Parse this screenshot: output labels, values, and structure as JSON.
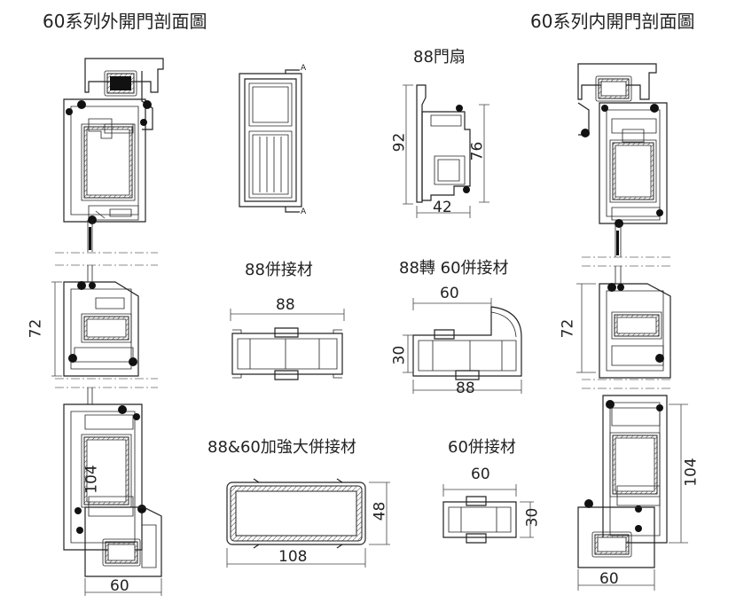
{
  "labels": {
    "outward_title": "60系列外開門剖面圖",
    "inward_title": "60系列内開門剖面圖",
    "door_leaf_title": "88門扇",
    "joiner88_title": "88併接材",
    "transfer_title": "88轉 60併接材",
    "reinforced_title": "88&60加強大併接材",
    "joiner60_title": "60併接材",
    "section_mark": "A"
  },
  "dimensions": {
    "outward_height": "72",
    "outward_lower": "104",
    "outward_width": "60",
    "leaf_height_left": "92",
    "leaf_height_right": "76",
    "leaf_width": "42",
    "joiner88_width": "88",
    "transfer_top": "60",
    "transfer_height": "30",
    "transfer_bottom": "88",
    "reinforced_height": "48",
    "reinforced_width": "108",
    "joiner60_width": "60",
    "joiner60_height": "30",
    "inward_height": "72",
    "inward_lower": "104",
    "inward_width": "60"
  }
}
